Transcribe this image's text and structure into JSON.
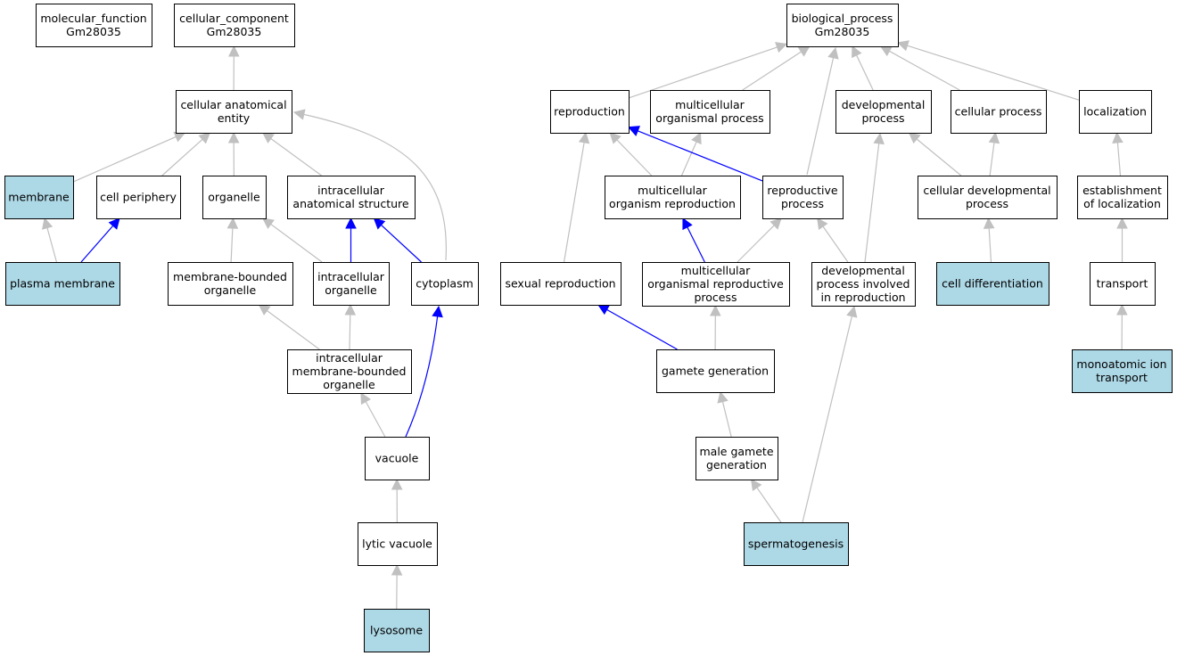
{
  "colors": {
    "background": "#ffffff",
    "node_fill_default": "#ffffff",
    "node_fill_highlight": "#add8e6",
    "node_border": "#000000",
    "edge_is_a": "#c0c0c0",
    "edge_part_of": "#0000ff"
  },
  "nodes": [
    {
      "id": "mf",
      "lines": [
        "molecular_function",
        "Gm28035"
      ],
      "highlight": false
    },
    {
      "id": "cc",
      "lines": [
        "cellular_component",
        "Gm28035"
      ],
      "highlight": false
    },
    {
      "id": "bp",
      "lines": [
        "biological_process",
        "Gm28035"
      ],
      "highlight": false
    },
    {
      "id": "cae",
      "lines": [
        "cellular anatomical",
        "entity"
      ],
      "highlight": false
    },
    {
      "id": "membrane",
      "lines": [
        "membrane"
      ],
      "highlight": true
    },
    {
      "id": "cellper",
      "lines": [
        "cell periphery"
      ],
      "highlight": false
    },
    {
      "id": "organelle",
      "lines": [
        "organelle"
      ],
      "highlight": false
    },
    {
      "id": "ias",
      "lines": [
        "intracellular",
        "anatomical structure"
      ],
      "highlight": false
    },
    {
      "id": "pm",
      "lines": [
        "plasma membrane"
      ],
      "highlight": true
    },
    {
      "id": "mbo",
      "lines": [
        "membrane-bounded",
        "organelle"
      ],
      "highlight": false
    },
    {
      "id": "io",
      "lines": [
        "intracellular",
        "organelle"
      ],
      "highlight": false
    },
    {
      "id": "cyto",
      "lines": [
        "cytoplasm"
      ],
      "highlight": false
    },
    {
      "id": "imbo",
      "lines": [
        "intracellular",
        "membrane-bounded",
        "organelle"
      ],
      "highlight": false
    },
    {
      "id": "vac",
      "lines": [
        "vacuole"
      ],
      "highlight": false
    },
    {
      "id": "lv",
      "lines": [
        "lytic vacuole"
      ],
      "highlight": false
    },
    {
      "id": "lys",
      "lines": [
        "lysosome"
      ],
      "highlight": true
    },
    {
      "id": "repro",
      "lines": [
        "reproduction"
      ],
      "highlight": false
    },
    {
      "id": "mop",
      "lines": [
        "multicellular",
        "organismal process"
      ],
      "highlight": false
    },
    {
      "id": "devp",
      "lines": [
        "developmental",
        "process"
      ],
      "highlight": false
    },
    {
      "id": "cellp",
      "lines": [
        "cellular process"
      ],
      "highlight": false
    },
    {
      "id": "loc",
      "lines": [
        "localization"
      ],
      "highlight": false
    },
    {
      "id": "mor",
      "lines": [
        "multicellular",
        "organism reproduction"
      ],
      "highlight": false
    },
    {
      "id": "rp",
      "lines": [
        "reproductive",
        "process"
      ],
      "highlight": false
    },
    {
      "id": "cdp",
      "lines": [
        "cellular developmental",
        "process"
      ],
      "highlight": false
    },
    {
      "id": "eol",
      "lines": [
        "establishment",
        "of localization"
      ],
      "highlight": false
    },
    {
      "id": "sr",
      "lines": [
        "sexual reproduction"
      ],
      "highlight": false
    },
    {
      "id": "morp",
      "lines": [
        "multicellular",
        "organismal reproductive",
        "process"
      ],
      "highlight": false
    },
    {
      "id": "dpir",
      "lines": [
        "developmental",
        "process involved",
        "in reproduction"
      ],
      "highlight": false
    },
    {
      "id": "cd",
      "lines": [
        "cell differentiation"
      ],
      "highlight": true
    },
    {
      "id": "transport",
      "lines": [
        "transport"
      ],
      "highlight": false
    },
    {
      "id": "gg",
      "lines": [
        "gamete generation"
      ],
      "highlight": false
    },
    {
      "id": "mit",
      "lines": [
        "monoatomic ion",
        "transport"
      ],
      "highlight": true
    },
    {
      "id": "mgg",
      "lines": [
        "male gamete",
        "generation"
      ],
      "highlight": false
    },
    {
      "id": "sperm",
      "lines": [
        "spermatogenesis"
      ],
      "highlight": true
    }
  ],
  "edges": [
    {
      "from": "cae",
      "to": "cc",
      "type": "is_a"
    },
    {
      "from": "membrane",
      "to": "cae",
      "type": "is_a"
    },
    {
      "from": "cellper",
      "to": "cae",
      "type": "is_a"
    },
    {
      "from": "organelle",
      "to": "cae",
      "type": "is_a"
    },
    {
      "from": "ias",
      "to": "cae",
      "type": "is_a"
    },
    {
      "from": "cyto",
      "to": "cae",
      "type": "is_a"
    },
    {
      "from": "pm",
      "to": "membrane",
      "type": "is_a"
    },
    {
      "from": "pm",
      "to": "cellper",
      "type": "part_of"
    },
    {
      "from": "mbo",
      "to": "organelle",
      "type": "is_a"
    },
    {
      "from": "io",
      "to": "organelle",
      "type": "is_a"
    },
    {
      "from": "io",
      "to": "ias",
      "type": "part_of"
    },
    {
      "from": "cyto",
      "to": "ias",
      "type": "part_of"
    },
    {
      "from": "imbo",
      "to": "mbo",
      "type": "is_a"
    },
    {
      "from": "imbo",
      "to": "io",
      "type": "is_a"
    },
    {
      "from": "vac",
      "to": "imbo",
      "type": "is_a"
    },
    {
      "from": "vac",
      "to": "cyto",
      "type": "part_of"
    },
    {
      "from": "lv",
      "to": "vac",
      "type": "is_a"
    },
    {
      "from": "lys",
      "to": "lv",
      "type": "is_a"
    },
    {
      "from": "repro",
      "to": "bp",
      "type": "is_a"
    },
    {
      "from": "mop",
      "to": "bp",
      "type": "is_a"
    },
    {
      "from": "devp",
      "to": "bp",
      "type": "is_a"
    },
    {
      "from": "cellp",
      "to": "bp",
      "type": "is_a"
    },
    {
      "from": "loc",
      "to": "bp",
      "type": "is_a"
    },
    {
      "from": "rp",
      "to": "bp",
      "type": "is_a"
    },
    {
      "from": "mor",
      "to": "repro",
      "type": "is_a"
    },
    {
      "from": "mor",
      "to": "mop",
      "type": "is_a"
    },
    {
      "from": "rp",
      "to": "repro",
      "type": "part_of"
    },
    {
      "from": "cdp",
      "to": "devp",
      "type": "is_a"
    },
    {
      "from": "cdp",
      "to": "cellp",
      "type": "is_a"
    },
    {
      "from": "eol",
      "to": "loc",
      "type": "is_a"
    },
    {
      "from": "sr",
      "to": "repro",
      "type": "is_a"
    },
    {
      "from": "morp",
      "to": "mor",
      "type": "part_of"
    },
    {
      "from": "morp",
      "to": "rp",
      "type": "is_a"
    },
    {
      "from": "dpir",
      "to": "rp",
      "type": "is_a"
    },
    {
      "from": "dpir",
      "to": "devp",
      "type": "is_a"
    },
    {
      "from": "cd",
      "to": "cdp",
      "type": "is_a"
    },
    {
      "from": "transport",
      "to": "eol",
      "type": "is_a"
    },
    {
      "from": "gg",
      "to": "sr",
      "type": "part_of"
    },
    {
      "from": "gg",
      "to": "morp",
      "type": "is_a"
    },
    {
      "from": "mit",
      "to": "transport",
      "type": "is_a"
    },
    {
      "from": "mgg",
      "to": "gg",
      "type": "is_a"
    },
    {
      "from": "sperm",
      "to": "mgg",
      "type": "is_a"
    },
    {
      "from": "sperm",
      "to": "dpir",
      "type": "is_a"
    }
  ]
}
